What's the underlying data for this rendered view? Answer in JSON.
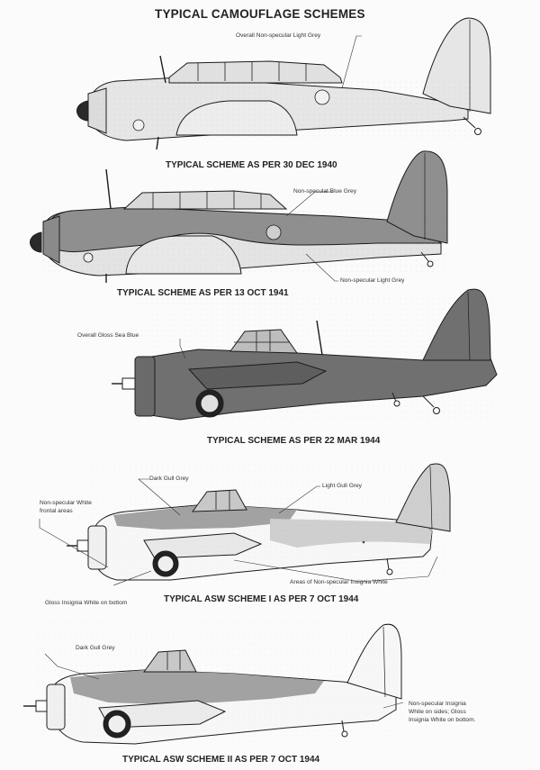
{
  "title": "TYPICAL CAMOUFLAGE SCHEMES",
  "schemes": [
    {
      "caption": "TYPICAL SCHEME AS PER 30 DEC 1940",
      "labels": {
        "overall": "Overall Non-specular Light Grey"
      }
    },
    {
      "caption": "TYPICAL SCHEME AS PER 13 OCT 1941",
      "labels": {
        "upper": "Non-speculat Blue Grey",
        "lower": "Non-specular Light Grey"
      }
    },
    {
      "caption": "TYPICAL SCHEME AS PER 22 MAR 1944",
      "labels": {
        "overall": "Overall Gloss Sea Blue"
      }
    },
    {
      "caption": "TYPICAL ASW SCHEME I AS PER 7 OCT 1944",
      "labels": {
        "dark": "Dark Gull Grey",
        "frontal_1": "Non-specular White",
        "frontal_2": "frontal areas",
        "light": "Light Gull Grey",
        "insignia": "Areas of Non-specular Insignia White",
        "bottom": "Gloss Insignia White on bottom"
      }
    },
    {
      "caption": "TYPICAL ASW SCHEME II AS PER 7 OCT 1944",
      "labels": {
        "dark": "Dark Gull Grey",
        "note_1": "Non-specular Insignia",
        "note_2": "White on sides; Gloss",
        "note_3": "Insignia White on bottom."
      }
    }
  ],
  "colors": {
    "light_grey": "#e6e6e6",
    "blue_grey": "#8f8f8f",
    "sea_blue": "#707070",
    "gull_dark": "#a2a2a2",
    "gull_light": "#cfcfcf",
    "white": "#f7f7f7",
    "outline": "#1c1c1c"
  }
}
